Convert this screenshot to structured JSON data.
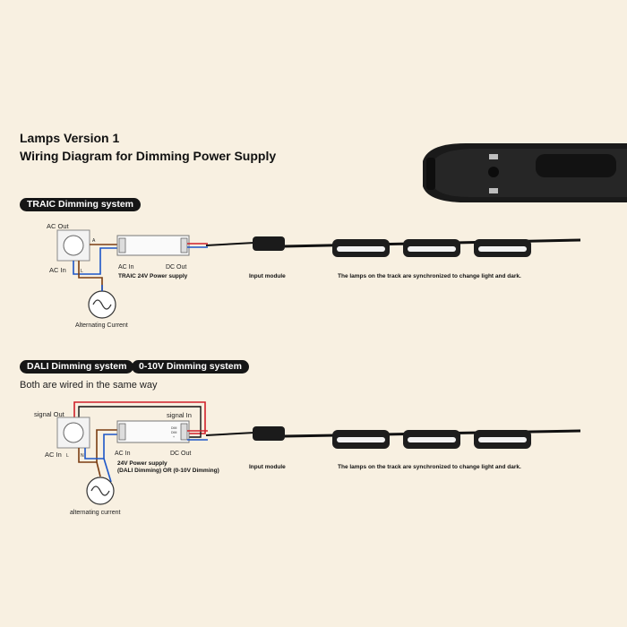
{
  "title": {
    "line1": "Lamps Version 1",
    "line2": "Wiring Diagram for Dimming Power Supply"
  },
  "triac": {
    "system_label": "TRAIC Dimming system",
    "ac_out": "AC Out",
    "ac_in_left": "AC In",
    "pin_a": "A",
    "pin_l": "L",
    "psu_ac_in": "AC In",
    "psu_dc_out": "DC Out",
    "psu_name": "TRAIC 24V Power supply",
    "source": "Alternating Current",
    "input_module": "Input module",
    "lamps_caption": "The lamps on the track are synchronized to change light and dark."
  },
  "dali": {
    "system_label_1": "DALI Dimming system",
    "system_label_2": "0-10V Dimming system",
    "note": "Both are wired in the same way",
    "signal_out": "signal Out",
    "signal_in": "signal In",
    "ac_in_left": "AC In",
    "pin_l": "L",
    "pin_n": "N",
    "psu_ac_in": "AC In",
    "psu_dc_out": "DC Out",
    "psu_name_1": "24V Power supply",
    "psu_name_2": "(DALI Dimming)  OR (0-10V Dimming)",
    "source": "alternating current",
    "input_module": "Input module",
    "lamps_caption": "The lamps on the track are synchronized to change light and dark."
  },
  "colors": {
    "background": "#f8f0e1",
    "wire_brown": "#7a3d12",
    "wire_blue": "#1c56c8",
    "wire_red": "#d0202a",
    "wire_black": "#111111",
    "pill_bg": "#161616"
  }
}
